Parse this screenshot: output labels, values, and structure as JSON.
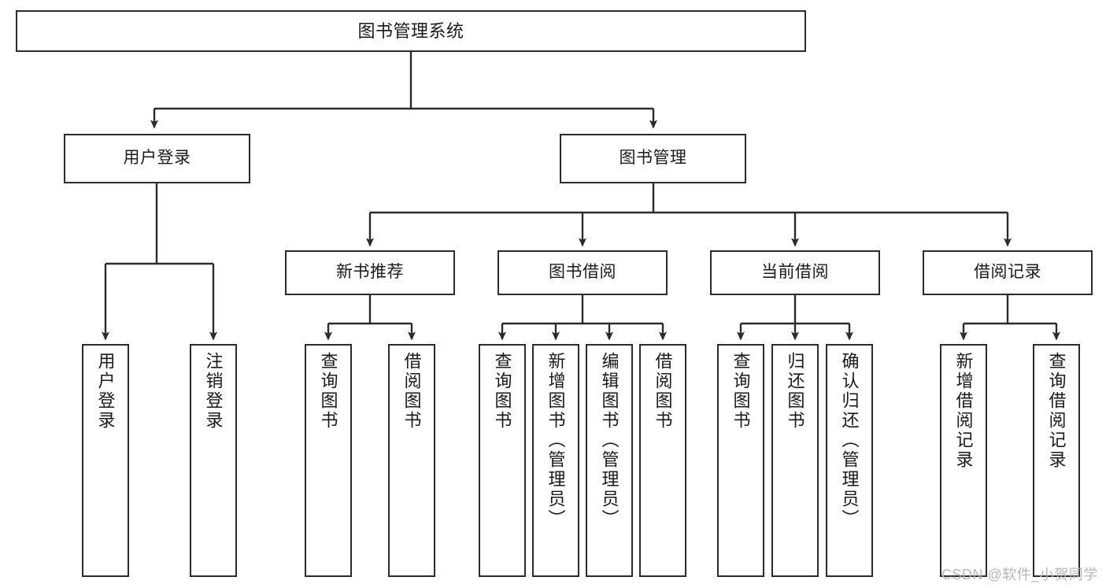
{
  "diagram": {
    "title": "图书管理系统",
    "type": "tree",
    "colors": {
      "box_border": "#2b2b2b",
      "box_fill": "#ffffff",
      "connector": "#2b2b2b",
      "text": "#1a1a1a",
      "watermark": "#b7b7b7",
      "background": "#ffffff"
    },
    "root": {
      "label": "图书管理系统",
      "id": "root"
    },
    "level2": [
      {
        "id": "user-login",
        "label": "用户登录"
      },
      {
        "id": "book-management",
        "label": "图书管理"
      }
    ],
    "level3": [
      {
        "id": "new-book-recommend",
        "label": "新书推荐",
        "parent": "book-management"
      },
      {
        "id": "book-borrow",
        "label": "图书借阅",
        "parent": "book-management"
      },
      {
        "id": "current-borrow",
        "label": "当前借阅",
        "parent": "book-management"
      },
      {
        "id": "borrow-record",
        "label": "借阅记录",
        "parent": "book-management"
      }
    ],
    "leaves": [
      {
        "id": "leaf-user-login",
        "label": "用户登录",
        "parent": "user-login"
      },
      {
        "id": "leaf-logout",
        "label": "注销登录",
        "parent": "user-login"
      },
      {
        "id": "leaf-query-book-1",
        "label": "查询图书",
        "parent": "new-book-recommend"
      },
      {
        "id": "leaf-borrow-book-1",
        "label": "借阅图书",
        "parent": "new-book-recommend"
      },
      {
        "id": "leaf-query-book-2",
        "label": "查询图书",
        "parent": "book-borrow"
      },
      {
        "id": "leaf-add-book",
        "label": "新增图书（管理员）",
        "parent": "book-borrow"
      },
      {
        "id": "leaf-edit-book",
        "label": "编辑图书（管理员）",
        "parent": "book-borrow"
      },
      {
        "id": "leaf-borrow-book-2",
        "label": "借阅图书",
        "parent": "book-borrow"
      },
      {
        "id": "leaf-query-book-3",
        "label": "查询图书",
        "parent": "current-borrow"
      },
      {
        "id": "leaf-return-book",
        "label": "归还图书",
        "parent": "current-borrow"
      },
      {
        "id": "leaf-confirm-return",
        "label": "确认归还（管理员）",
        "parent": "current-borrow"
      },
      {
        "id": "leaf-add-record",
        "label": "新增借阅记录",
        "parent": "borrow-record"
      },
      {
        "id": "leaf-query-record",
        "label": "查询借阅记录",
        "parent": "borrow-record"
      }
    ],
    "watermark": "CSDN @软件_小贺同学"
  }
}
